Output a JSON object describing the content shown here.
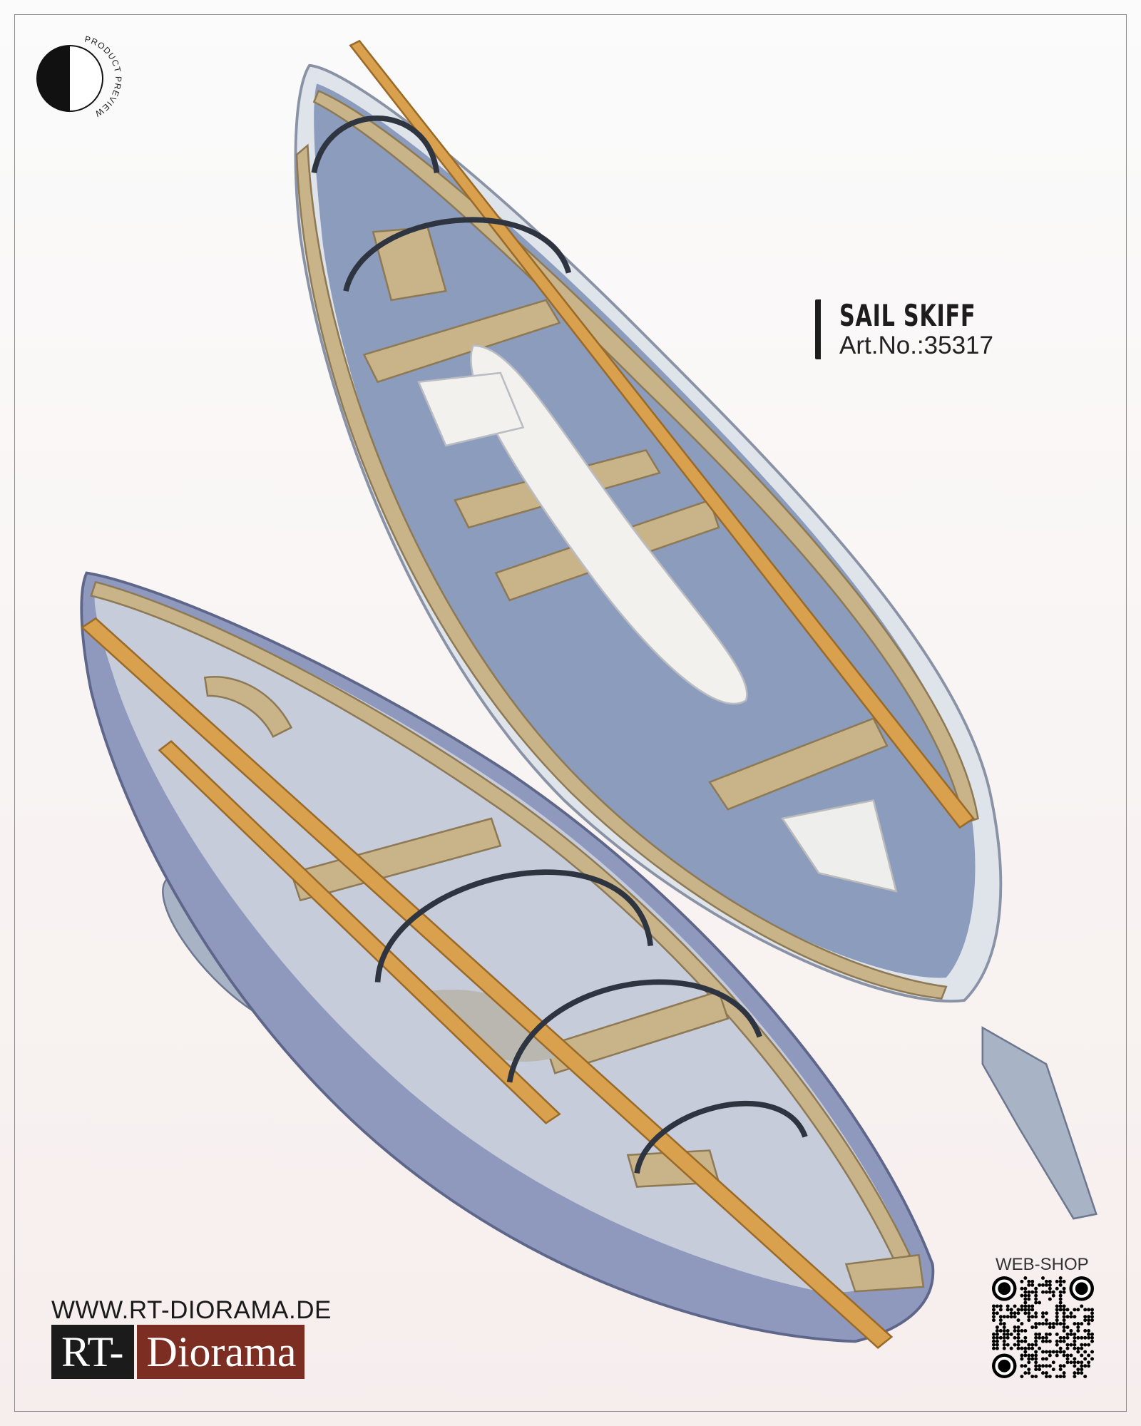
{
  "badge": {
    "text": "PRODUCT PREVIEW"
  },
  "product": {
    "title": "SAIL SKIFF",
    "article_number": "Art.No.:35317"
  },
  "footer": {
    "website": "WWW.RT-DIORAMA.DE",
    "logo_part1": "RT-",
    "logo_part2": "Diorama"
  },
  "webshop": {
    "label": "WEB-SHOP"
  },
  "colors": {
    "logo_red": "#7c2e22",
    "logo_black": "#1b1b1b",
    "hull_blue": "#8c9cbc",
    "wood": "#c9b48a",
    "oar": "#d9a04e"
  }
}
